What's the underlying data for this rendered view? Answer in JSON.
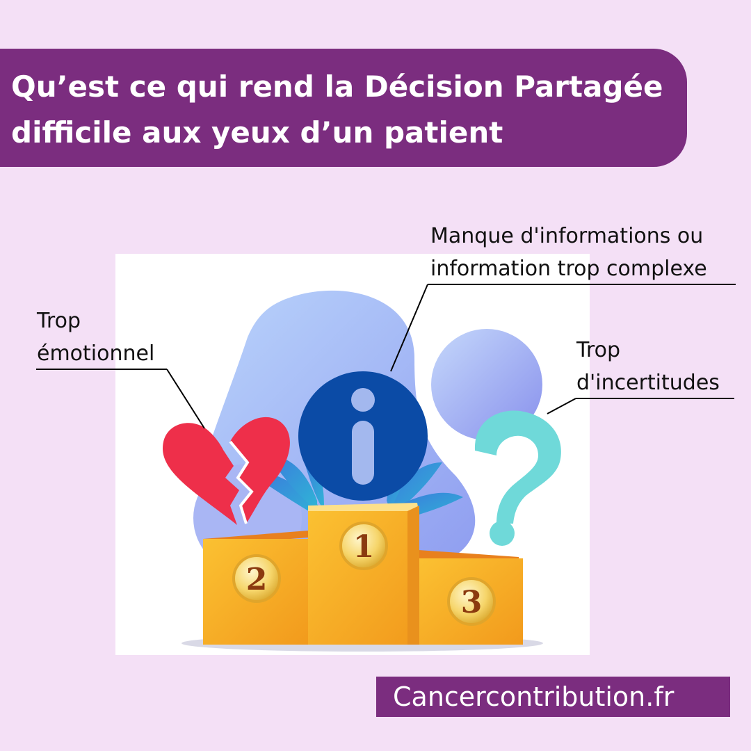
{
  "title": {
    "line1": "Qu’est ce qui rend la Décision Partagée",
    "line2": "difficile aux yeux d’un patient"
  },
  "labels": {
    "info": {
      "line1": "Manque d'informations ou",
      "line2": "information trop complexe"
    },
    "emotion": {
      "line1": "Trop",
      "line2": "émotionnel"
    },
    "uncertain": {
      "line1": "Trop",
      "line2": "d'incertitudes"
    }
  },
  "podium": {
    "first": "1",
    "second": "2",
    "third": "3"
  },
  "footer": {
    "site": "Cancercontribution.fr"
  },
  "icons": {
    "center": "info-icon",
    "left": "broken-heart-icon",
    "right": "question-mark-icon"
  },
  "colors": {
    "banner": "#7b2d7f",
    "background": "#f4e0f6",
    "heart": "#ee2f4a",
    "info": "#0b4ba6",
    "question": "#6fd9d9",
    "podium": "#f4a623"
  }
}
